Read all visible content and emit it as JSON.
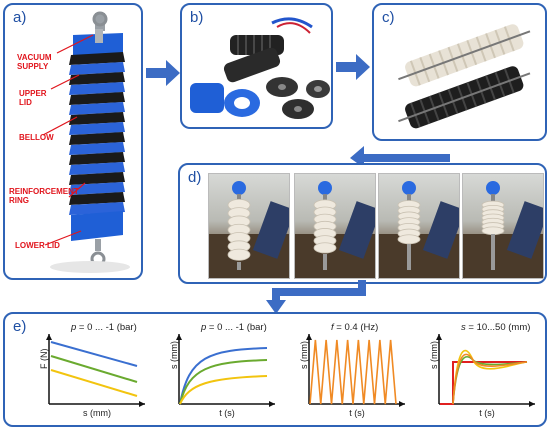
{
  "panels": {
    "a": {
      "label": "a)",
      "callouts": [
        "VACUUM\nSUPPLY",
        "UPPER\nLID",
        "BELLOW",
        "REINFORCEMENT\nRING",
        "LOWER LID"
      ]
    },
    "b": {
      "label": "b)"
    },
    "c": {
      "label": "c)"
    },
    "d": {
      "label": "d)"
    },
    "e": {
      "label": "e)"
    }
  },
  "plots": [
    {
      "title_var": "p",
      "title_rest": " = 0 ... -1 (bar)",
      "ylabel": "F (N)",
      "xlabel": "s (mm)"
    },
    {
      "title_var": "p",
      "title_rest": " = 0 ... -1 (bar)",
      "ylabel": "s (mm)",
      "xlabel": "t (s)"
    },
    {
      "title_var": "f",
      "title_rest": " = 0.4 (Hz)",
      "ylabel": "s (mm)",
      "xlabel": "t (s)"
    },
    {
      "title_var": "s",
      "title_rest": " = 10...50 (mm)",
      "ylabel": "s (mm)",
      "xlabel": "t (s)"
    }
  ],
  "colors": {
    "border": "#2f63b6",
    "arrow": "#3c6cc4",
    "callout": "#e1151d",
    "blue": "#3a6fd0",
    "green": "#6aaa2f",
    "yellow": "#f2c40f",
    "orange": "#f08a24",
    "red": "#e02020"
  }
}
